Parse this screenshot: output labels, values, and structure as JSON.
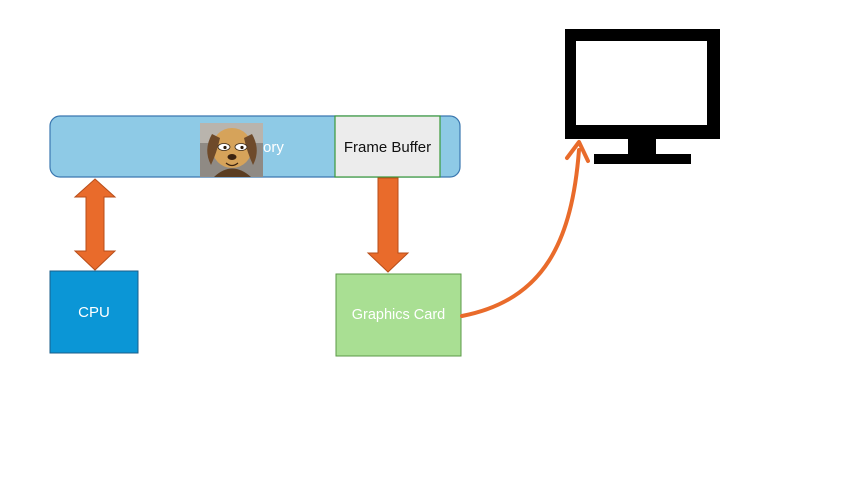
{
  "memory": {
    "label_suffix": "ory",
    "fill": "#8ecae6",
    "stroke": "#3b78b0"
  },
  "frame_buffer": {
    "label": "Frame Buffer",
    "fill": "#ececec",
    "stroke": "#3a9a3a"
  },
  "cpu": {
    "label": "CPU",
    "fill": "#0b96d6",
    "stroke": "#1a5e8a"
  },
  "graphics_card": {
    "label": "Graphics Card",
    "fill": "#a9df93",
    "stroke": "#5b9a47"
  },
  "monitor": {
    "icon": "monitor-icon",
    "color": "#000000"
  },
  "overlay": {
    "icon": "cartoon-dog-icon"
  },
  "arrows": {
    "color": "#e96b2b"
  }
}
